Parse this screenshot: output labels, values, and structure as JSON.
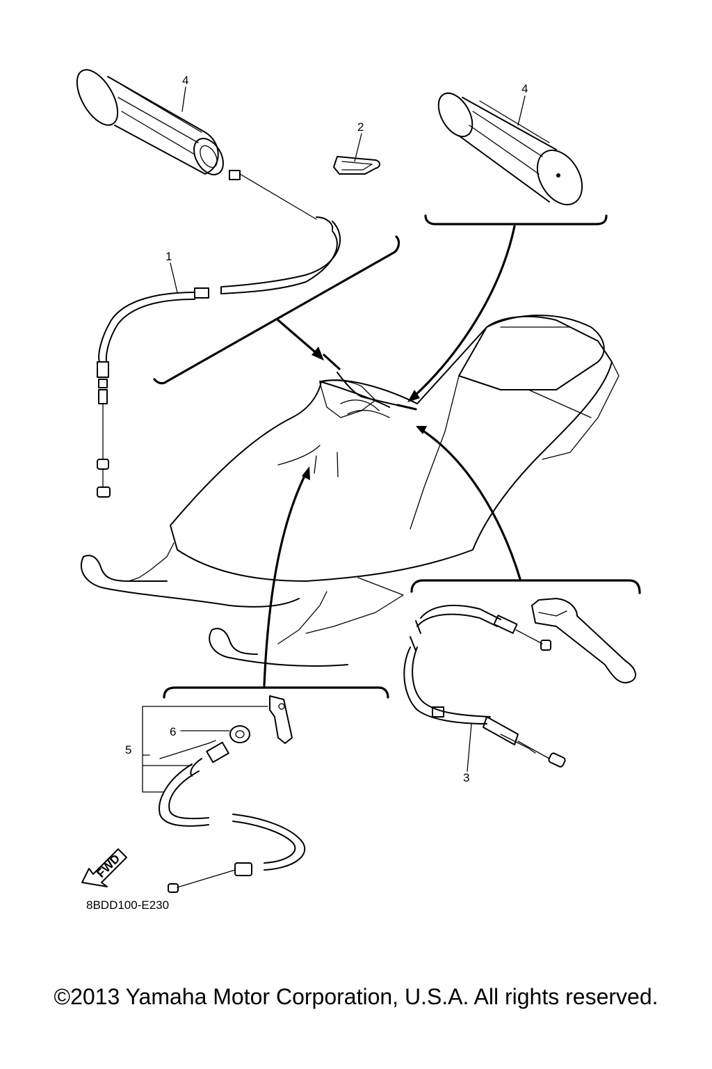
{
  "callouts": {
    "part_1": "1",
    "part_2": "2",
    "part_3": "3",
    "part_4_left": "4",
    "part_4_right": "4",
    "part_5": "5",
    "part_6": "6"
  },
  "direction_label": "FWD",
  "diagram_code": "8BDD100-E230",
  "copyright": "©2013 Yamaha Motor Corporation, U.S.A. All rights reserved."
}
